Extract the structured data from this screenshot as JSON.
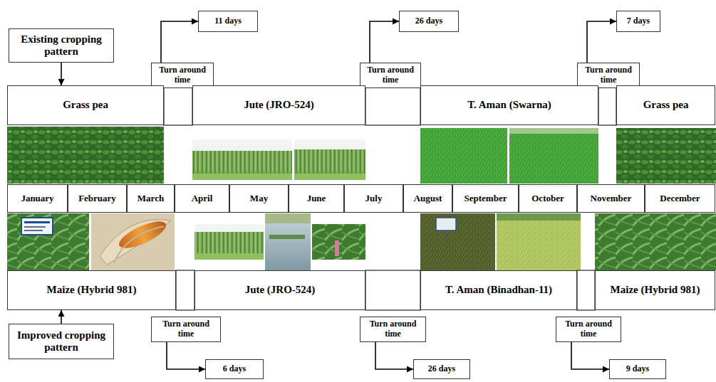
{
  "diagram": {
    "nodes": [
      {
        "text": [
          "Existing cropping pattern"
        ]
      },
      {
        "text": [
          "Turn around time"
        ]
      },
      {
        "text": [
          "11 days"
        ]
      },
      {
        "text": [
          "Turn around time"
        ]
      },
      {
        "text": [
          "26 days"
        ]
      },
      {
        "text": [
          "Turn around time"
        ]
      },
      {
        "text": [
          "7 days"
        ]
      },
      {
        "text": [
          "Grass pea"
        ]
      },
      {
        "text": [
          "Jute (JRO-524)"
        ]
      },
      {
        "text": [
          "T. Aman (Swarna)"
        ]
      },
      {
        "text": [
          "Grass pea"
        ]
      },
      {
        "text": [
          "January"
        ]
      },
      {
        "text": [
          "February"
        ]
      },
      {
        "text": [
          "March"
        ]
      },
      {
        "text": [
          "April"
        ]
      },
      {
        "text": [
          "May"
        ]
      },
      {
        "text": [
          "June"
        ]
      },
      {
        "text": [
          "July"
        ]
      },
      {
        "text": [
          "August"
        ]
      },
      {
        "text": [
          "September"
        ]
      },
      {
        "text": [
          "October"
        ]
      },
      {
        "text": [
          "November"
        ]
      },
      {
        "text": [
          "December"
        ]
      },
      {
        "text": [
          "Maize (Hybrid 981)"
        ]
      },
      {
        "text": [
          "Jute (JRO-524)"
        ]
      },
      {
        "text": [
          "T. Aman (Binadhan-11)"
        ]
      },
      {
        "text": [
          "Maize (Hybrid 981)"
        ]
      },
      {
        "text": [
          "Improved cropping pattern"
        ]
      },
      {
        "text": [
          "Turn around time"
        ]
      },
      {
        "text": [
          "6 days"
        ]
      },
      {
        "text": [
          "Turn around time"
        ]
      },
      {
        "text": [
          "26 days"
        ]
      },
      {
        "text": [
          "Turn around time"
        ]
      },
      {
        "text": [
          "9 days"
        ]
      }
    ],
    "edges": [
      {
        "from": 1,
        "to": 2,
        "arrow": "to"
      },
      {
        "from": 3,
        "to": 4,
        "arrow": "to"
      },
      {
        "from": 5,
        "to": 6,
        "arrow": "to"
      },
      {
        "from": 0,
        "to": 7,
        "arrow": "to"
      },
      {
        "from": 27,
        "to": 23,
        "arrow": "to"
      },
      {
        "from": 28,
        "to": 29,
        "arrow": "to"
      },
      {
        "from": 30,
        "to": 31,
        "arrow": "to"
      },
      {
        "from": 32,
        "to": 33,
        "arrow": "to"
      }
    ]
  }
}
